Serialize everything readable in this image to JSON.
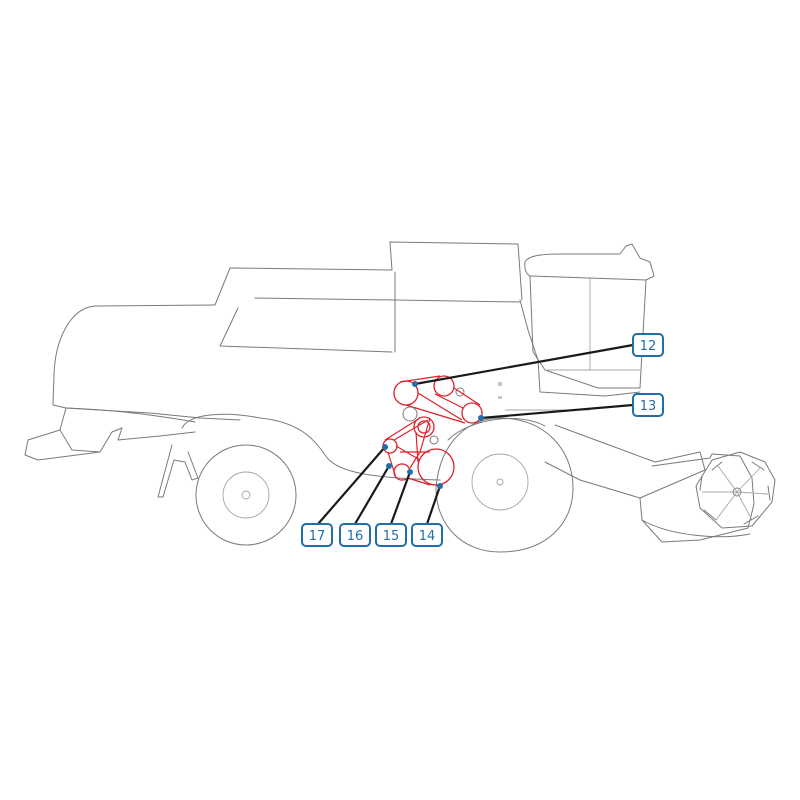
{
  "callouts": [
    {
      "id": "12",
      "label": "12"
    },
    {
      "id": "13",
      "label": "13"
    },
    {
      "id": "14",
      "label": "14"
    },
    {
      "id": "15",
      "label": "15"
    },
    {
      "id": "16",
      "label": "16"
    },
    {
      "id": "17",
      "label": "17"
    }
  ],
  "colors": {
    "outline": "#7a7a7a",
    "belt": "#e0202a",
    "callout": "#1f6fa8",
    "leader": "#1a1a1a"
  }
}
